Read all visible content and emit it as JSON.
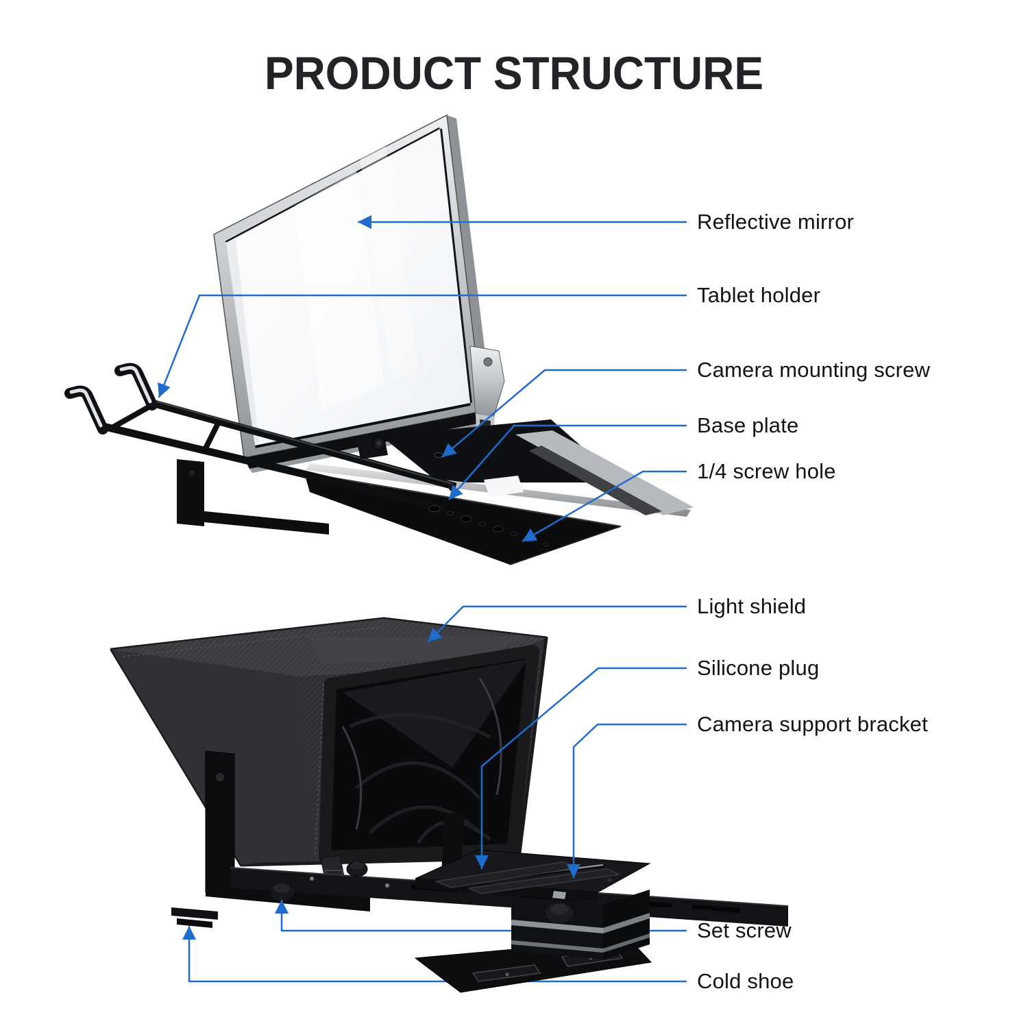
{
  "title": "PRODUCT STRUCTURE",
  "annotations": {
    "top_figure": [
      {
        "id": "reflective-mirror",
        "text": "Reflective mirror"
      },
      {
        "id": "tablet-holder",
        "text": "Tablet holder"
      },
      {
        "id": "camera-mounting-screw",
        "text": "Camera mounting screw"
      },
      {
        "id": "base-plate",
        "text": "Base plate"
      },
      {
        "id": "quarter-screw-hole",
        "text": "1/4 screw hole"
      }
    ],
    "bottom_figure": [
      {
        "id": "light-shield",
        "text": "Light shield"
      },
      {
        "id": "silicone-plug",
        "text": "Silicone plug"
      },
      {
        "id": "camera-support-bracket",
        "text": "Camera support bracket"
      },
      {
        "id": "set-screw",
        "text": "Set screw"
      },
      {
        "id": "cold-shoe",
        "text": "Cold shoe"
      }
    ]
  },
  "colors": {
    "annotation_line": "#1f6ccd",
    "title_text": "#212327",
    "label_text": "#121316",
    "background": "#ffffff"
  }
}
